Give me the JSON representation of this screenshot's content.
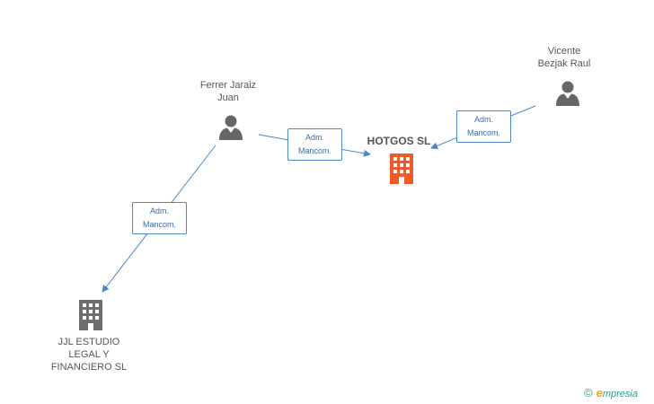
{
  "nodes": {
    "ferrer": {
      "line1": "Ferrer Jaraiz",
      "line2": "Juan"
    },
    "vicente": {
      "line1": "Vicente",
      "line2": "Bezjak Raul"
    },
    "hotgos": {
      "name": "HOTGOS SL"
    },
    "jjl": {
      "line1": "JJL ESTUDIO",
      "line2": "LEGAL Y",
      "line3": "FINANCIERO SL"
    }
  },
  "edges": {
    "ferrer_hotgos": {
      "line1": "Adm.",
      "line2": "Mancom."
    },
    "vicente_hotgos": {
      "line1": "Adm.",
      "line2": "Mancom."
    },
    "ferrer_jjl": {
      "line1": "Adm.",
      "line2": "Mancom."
    }
  },
  "colors": {
    "edge": "#4a86c8",
    "person_icon": "#666666",
    "company_main": "#f05a28",
    "company_other": "#6e6e6e"
  },
  "brand": {
    "copyright": "©",
    "initial": "e",
    "rest": "mpresia"
  }
}
